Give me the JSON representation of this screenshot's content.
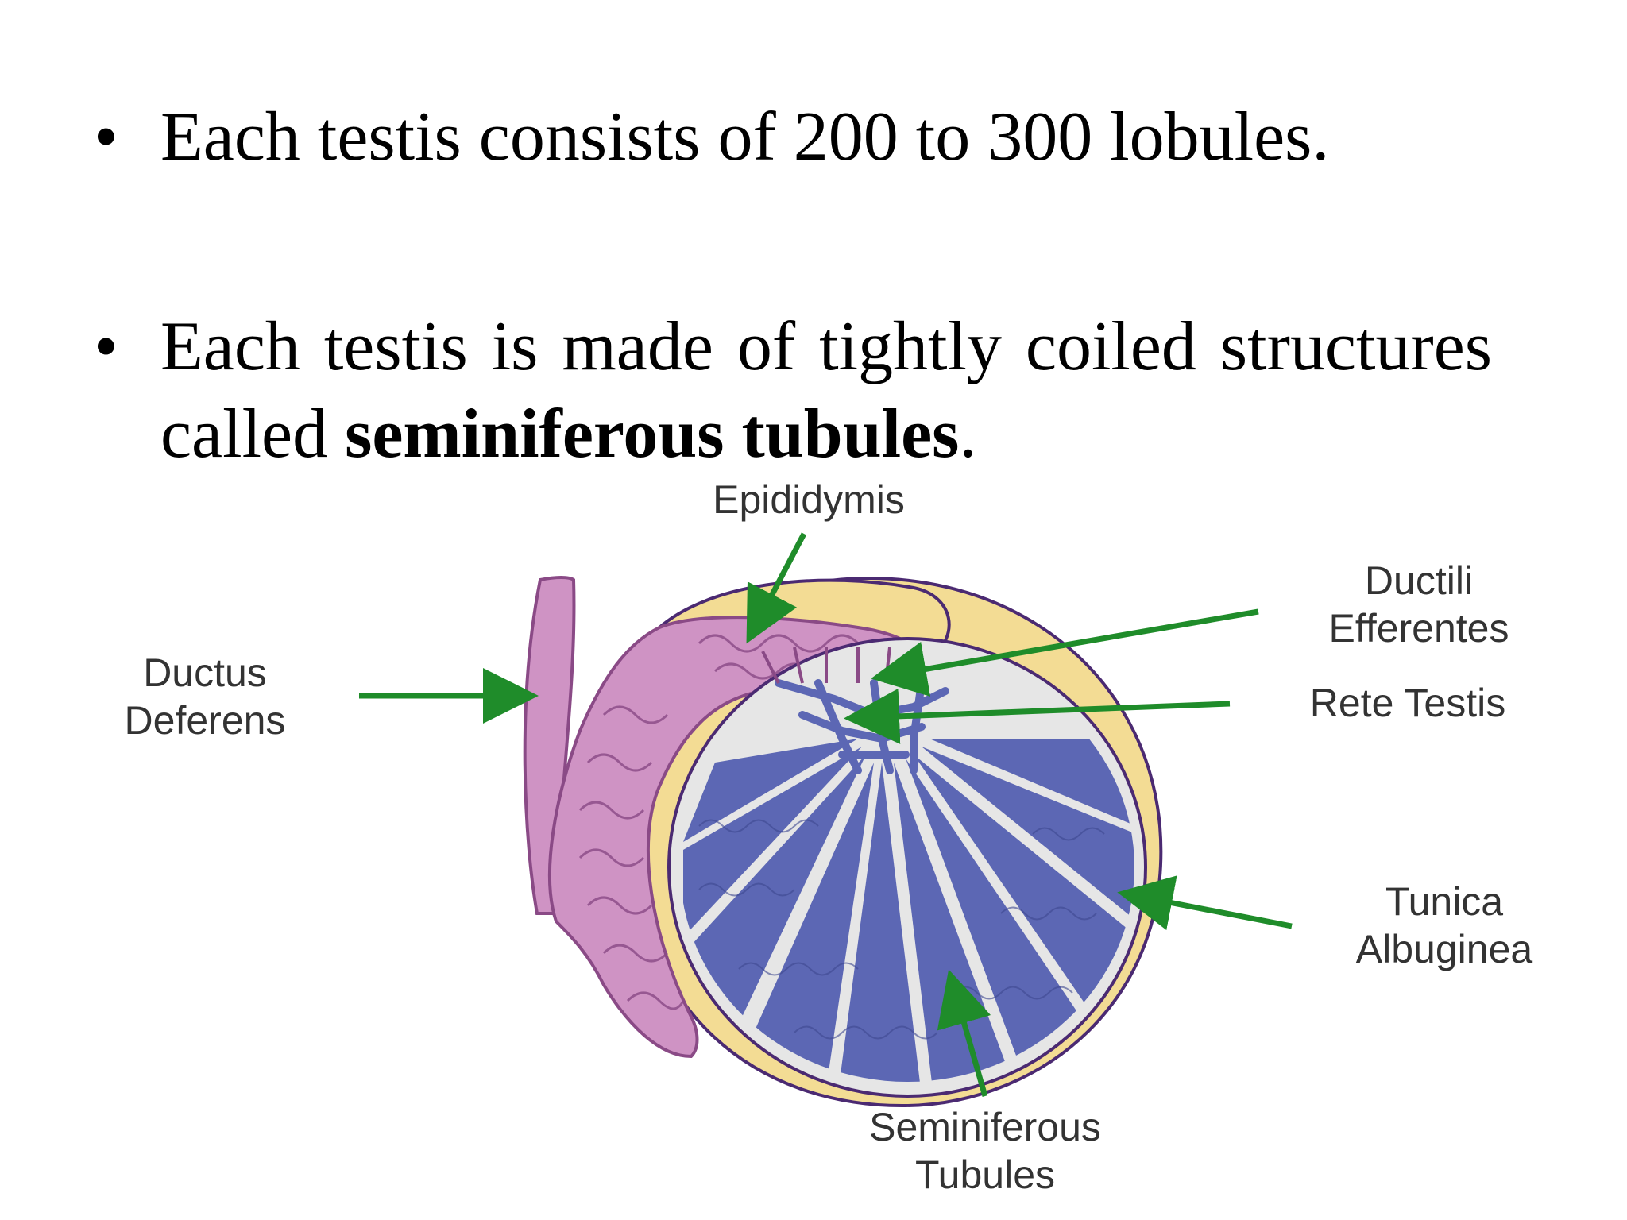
{
  "bullets": [
    {
      "marker": "•",
      "text": "Each testis consists of 200 to 300 lobules."
    },
    {
      "marker": "•",
      "text_before": "Each testis is made of tightly coiled structures called ",
      "text_bold": "seminiferous tubules",
      "text_after": "."
    }
  ],
  "diagram": {
    "labels": {
      "epididymis": "Epididymis",
      "ductus_line1": "Ductus",
      "ductus_line2": "Deferens",
      "ductili_line1": "Ductili",
      "ductili_line2": "Efferentes",
      "rete": "Rete Testis",
      "tunica_line1": "Tunica",
      "tunica_line2": "Albuginea",
      "semi_line1": "Seminiferous",
      "semi_line2": "Tubules"
    },
    "colors": {
      "arrow": "#1f8c2a",
      "tunica": "#f3dc94",
      "epididymis": "#cf93c4",
      "outline": "#4b2a72",
      "lobule": "#5c67b4",
      "septa": "#e8e8e8"
    }
  }
}
